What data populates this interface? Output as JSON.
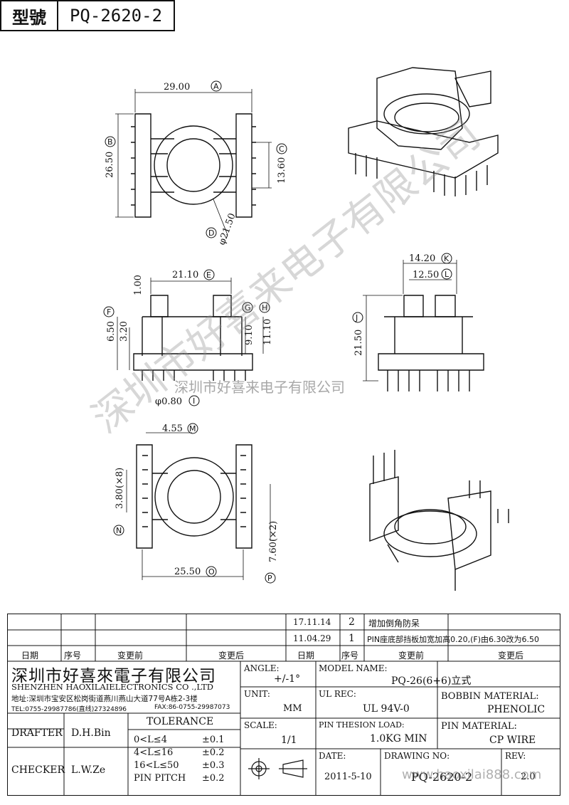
{
  "title": {
    "label": "型號",
    "value": "PQ-2620-2"
  },
  "dims": {
    "A": "29.00",
    "B": "26.50",
    "C": "13.60",
    "D": "φ21.50",
    "E": "21.10",
    "F": "6.50",
    "G_H_top": "1.00",
    "g_val": "3.20",
    "G": "9.10",
    "H": "11.10",
    "I": "φ0.80",
    "K": "14.20",
    "L": "12.50",
    "J": "21.50",
    "M": "4.55",
    "N": "3.80(×8)",
    "O": "25.50",
    "P": "7.60(×2)"
  },
  "letters": [
    "A",
    "B",
    "C",
    "D",
    "E",
    "F",
    "G",
    "H",
    "I",
    "J",
    "K",
    "L",
    "M",
    "N",
    "O",
    "P"
  ],
  "watermark": {
    "main": "深圳市好喜来电子有限公司",
    "sub": "深圳市好喜来电子有限公司",
    "url": "www.haoxilai888.com"
  },
  "revisions": [
    {
      "date": "17.11.14",
      "no": "2",
      "desc": "增加倒角防呆"
    },
    {
      "date": "11.04.29",
      "no": "1",
      "desc": "PIN座底部挡板加宽加高0.20,(F)由6.30改为6.50"
    }
  ],
  "rev_header": {
    "date": "日期",
    "no": "序号",
    "before": "变更前",
    "after": "变更后"
  },
  "company": {
    "cn": "深圳市好喜來電子有限公司",
    "en": "SHENZHEN HAOXILAIELECTRONICS CO .,LTD",
    "addr": "地址:深圳市宝安区松岗街道燕川燕山大道77号A栋2-3楼",
    "tel": "TEL:0755-29987786(直线)27324896",
    "fax": "FAX:86-0755-29987073"
  },
  "fields": {
    "angle_label": "ANGLE:",
    "angle_val": "+/-1°",
    "model_label": "MODEL NAME:",
    "model_val": "PQ-26(6+6)立式",
    "unit_label": "UNIT:",
    "unit_val": "MM",
    "ul_label": "UL REC:",
    "ul_val": "UL 94V-0",
    "bobbin_label": "BOBBIN MATERIAL:",
    "bobbin_val": "PHENOLIC",
    "scale_label": "SCALE:",
    "scale_val": "1/1",
    "load_label": "PIN THESION LOAD:",
    "load_val": "1.0KG MIN",
    "pinmat_label": "PIN MATERIAL:",
    "pinmat_val": "CP  WIRE",
    "date_label": "DATE:",
    "date_val": "2011-5-10",
    "drawno_label": "DRAWING NO:",
    "drawno_val": "PQ-2620-2",
    "rev_label": "REV:",
    "rev_val": "2.0",
    "drafter_label": "DRAFTER",
    "drafter_val": "D.H.Bin",
    "checker_label": "CHECKER",
    "checker_val": "L.W.Ze",
    "tolerance_label": "TOLERANCE",
    "tol": [
      {
        "range": "0<L≤4",
        "val": "±0.1"
      },
      {
        "range": "4<L≤16",
        "val": "±0.2"
      },
      {
        "range": "16<L≤50",
        "val": "±0.3"
      },
      {
        "range": "PIN PITCH",
        "val": "±0.2"
      }
    ]
  }
}
